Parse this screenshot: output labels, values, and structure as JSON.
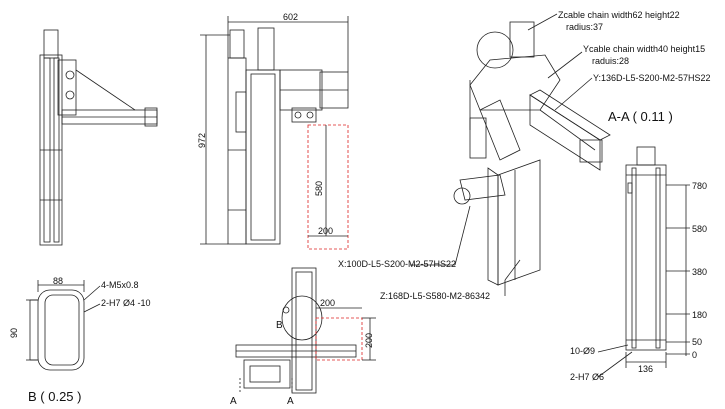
{
  "dims": {
    "top_width": "602",
    "left_height": "972",
    "z_stroke": "580",
    "x_stroke": "200",
    "b_width": "88",
    "b_height": "90",
    "bottom_x": "200",
    "bottom_y": "200",
    "section_ticks": [
      "780",
      "580",
      "380",
      "180",
      "50",
      "0"
    ],
    "section_width": "136"
  },
  "callouts": {
    "z_chain_line1": "Zcable chain width62  height22",
    "z_chain_line2": "radius:37",
    "y_chain_line1": "Ycable chain width40  height15",
    "y_chain_line2": "raduis:28",
    "y_axis": "Y:136D-L5-S200-M2-57HS22",
    "x_axis": "X:100D-L5-S200-M2-57HS22",
    "z_axis": "Z:168D-L5-S580-M2-86342",
    "holes_m5": "4-M5x0.8",
    "pins_d4": "2-H7 Ø4 -10",
    "holes_d9": "10-Ø9",
    "pins_d6": "2-H7 Ø6"
  },
  "views": {
    "section_aa": "A-A ( 0.11 )",
    "detail_b": "B ( 0.25 )",
    "marker_b": "B",
    "marker_a_left": "A",
    "marker_a_right": "A"
  }
}
